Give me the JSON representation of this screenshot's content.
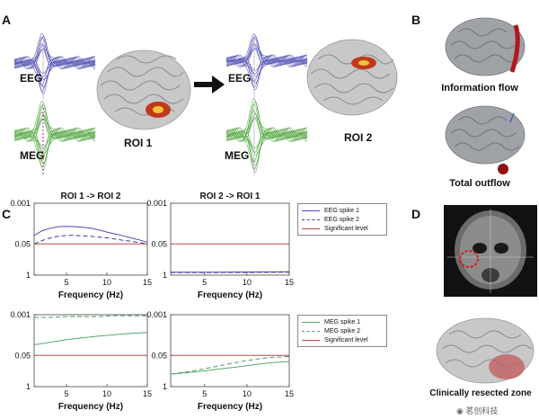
{
  "panels": {
    "a": "A",
    "b": "B",
    "c": "C",
    "d": "D"
  },
  "panel_a": {
    "eeg_label": "EEG",
    "meg_label": "MEG",
    "roi1_label": "ROI 1",
    "roi2_label": "ROI 2",
    "colors": {
      "eeg": "#3b3aa8",
      "meg": "#3f9b2a",
      "hotspot": "#d43a1a"
    }
  },
  "panel_b": {
    "information_flow": "Information flow",
    "total_outflow": "Total outflow"
  },
  "panel_d": {
    "caption": "Clinically resected zone",
    "watermark": "茗创科技"
  },
  "chart_data": [
    {
      "type": "line",
      "title": "ROI 1 -> ROI 2",
      "xlabel": "Frequency (Hz)",
      "ylabel": "",
      "xlim": [
        1,
        15
      ],
      "x_ticks": [
        5,
        10,
        15
      ],
      "y_scale": "log-reversed",
      "ylim": [
        1,
        0.001
      ],
      "y_tick_labels": [
        "0.001",
        "0.05",
        "1"
      ],
      "x": [
        1,
        2,
        3,
        4,
        5,
        6,
        7,
        8,
        9,
        10,
        11,
        12,
        13,
        14,
        15
      ],
      "series": [
        {
          "name": "EEG spike 1",
          "color": "#4a4ab8",
          "dash": false,
          "values": [
            0.022,
            0.014,
            0.011,
            0.0095,
            0.0092,
            0.0095,
            0.01,
            0.011,
            0.013,
            0.016,
            0.019,
            0.023,
            0.028,
            0.034,
            0.042
          ]
        },
        {
          "name": "EEG spike 2",
          "color": "#3c3c9c",
          "dash": true,
          "values": [
            0.05,
            0.036,
            0.028,
            0.024,
            0.022,
            0.022,
            0.023,
            0.024,
            0.026,
            0.028,
            0.031,
            0.035,
            0.039,
            0.044,
            0.049
          ]
        },
        {
          "name": "Significant level",
          "color": "#b94a48",
          "dash": false,
          "values": [
            0.05,
            0.05,
            0.05,
            0.05,
            0.05,
            0.05,
            0.05,
            0.05,
            0.05,
            0.05,
            0.05,
            0.05,
            0.05,
            0.05,
            0.05
          ]
        }
      ],
      "legend": "right"
    },
    {
      "type": "line",
      "title": "ROI 2 -> ROI 1",
      "xlabel": "Frequency (Hz)",
      "ylabel": "",
      "xlim": [
        1,
        15
      ],
      "x_ticks": [
        5,
        10,
        15
      ],
      "y_scale": "log-reversed",
      "ylim": [
        1,
        0.001
      ],
      "y_tick_labels": [
        "0.001",
        "0.05",
        "1"
      ],
      "x": [
        1,
        5,
        10,
        15
      ],
      "series": [
        {
          "name": "EEG spike 1",
          "color": "#4a4ab8",
          "dash": false,
          "values": [
            0.75,
            0.76,
            0.74,
            0.72
          ]
        },
        {
          "name": "EEG spike 2",
          "color": "#3c3c9c",
          "dash": true,
          "values": [
            0.78,
            0.78,
            0.77,
            0.75
          ]
        },
        {
          "name": "Significant level",
          "color": "#b94a48",
          "dash": false,
          "values": [
            0.05,
            0.05,
            0.05,
            0.05
          ]
        }
      ]
    },
    {
      "type": "line",
      "title": "",
      "xlabel": "Frequency (Hz)",
      "ylabel": "",
      "xlim": [
        1,
        15
      ],
      "x_ticks": [
        5,
        10,
        15
      ],
      "y_scale": "log-reversed",
      "ylim": [
        1,
        0.001
      ],
      "y_tick_labels": [
        "0.001",
        "0.05",
        "1"
      ],
      "x": [
        1,
        3,
        5,
        7,
        9,
        11,
        13,
        15
      ],
      "series": [
        {
          "name": "MEG spike 1",
          "color": "#5aa870",
          "dash": false,
          "values": [
            0.018,
            0.014,
            0.011,
            0.0092,
            0.0078,
            0.0068,
            0.006,
            0.0055
          ]
        },
        {
          "name": "MEG spike 2",
          "color": "#4e9b63",
          "dash": true,
          "values": [
            0.0013,
            0.0013,
            0.0012,
            0.0012,
            0.0012,
            0.0011,
            0.0011,
            0.0011
          ]
        },
        {
          "name": "Significant level",
          "color": "#b94a48",
          "dash": false,
          "values": [
            0.05,
            0.05,
            0.05,
            0.05,
            0.05,
            0.05,
            0.05,
            0.05
          ]
        }
      ],
      "legend": "right"
    },
    {
      "type": "line",
      "title": "",
      "xlabel": "Frequency (Hz)",
      "ylabel": "",
      "xlim": [
        1,
        15
      ],
      "x_ticks": [
        5,
        10,
        15
      ],
      "y_scale": "log-reversed",
      "ylim": [
        1,
        0.001
      ],
      "y_tick_labels": [
        "0.001",
        "0.05",
        "1"
      ],
      "x": [
        1,
        3,
        5,
        7,
        9,
        11,
        13,
        15
      ],
      "series": [
        {
          "name": "MEG spike 1",
          "color": "#5aa870",
          "dash": false,
          "values": [
            0.3,
            0.26,
            0.22,
            0.18,
            0.15,
            0.12,
            0.1,
            0.09
          ]
        },
        {
          "name": "MEG spike 2",
          "color": "#4e9b63",
          "dash": true,
          "values": [
            0.3,
            0.24,
            0.18,
            0.13,
            0.095,
            0.072,
            0.06,
            0.055
          ]
        },
        {
          "name": "Significant level",
          "color": "#b94a48",
          "dash": false,
          "values": [
            0.05,
            0.05,
            0.05,
            0.05,
            0.05,
            0.05,
            0.05,
            0.05
          ]
        }
      ]
    }
  ]
}
